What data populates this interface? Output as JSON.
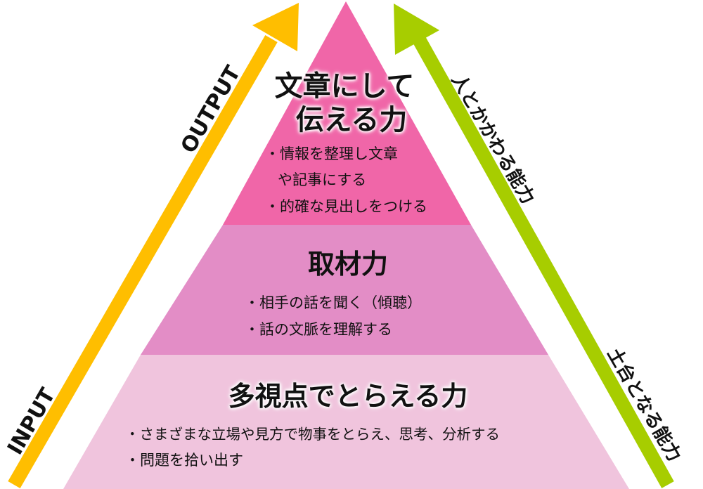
{
  "pyramid": {
    "top": {
      "title_line1": "文章にして",
      "title_line2": "伝える力",
      "bullets": [
        "・情報を整理し文章",
        "や記事にする",
        "・的確な見出しをつける"
      ]
    },
    "middle": {
      "title": "取材力",
      "bullets": [
        "・相手の話を聞く（傾聴）",
        "・話の文脈を理解する"
      ]
    },
    "bottom": {
      "title": "多視点でとらえる力",
      "bullets": [
        "・さまざまな立場や見方で物事をとらえ、思考、分析する",
        "・問題を拾い出す"
      ]
    }
  },
  "arrows": {
    "left": {
      "start_label": "INPUT",
      "end_label": "OUTPUT"
    },
    "right": {
      "upper_label": "人とかかわる能力",
      "lower_label": "土台となる能力"
    }
  },
  "colors": {
    "top_tier": "#f066a8",
    "middle_tier": "#e38dc6",
    "bottom_tier": "#f0c4dd",
    "left_arrow": "#ffbe00",
    "right_arrow": "#a7cd00"
  }
}
